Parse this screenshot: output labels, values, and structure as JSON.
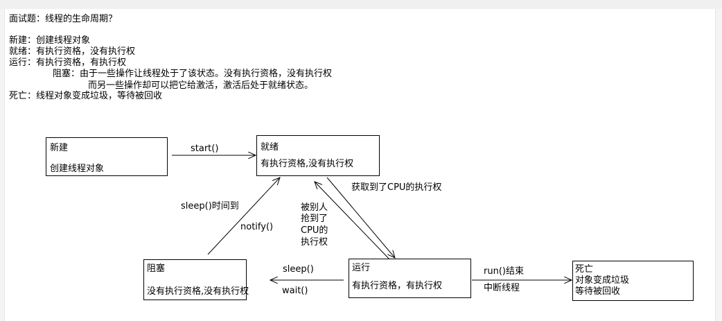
{
  "notes": {
    "title": "面试题：线程的生命周期？",
    "new_line": "新建：创建线程对象",
    "ready_line": "就绪：有执行资格，没有执行权",
    "running_line": "运行：有执行资格，有执行权",
    "blocked_line": "阻塞：由于一些操作让线程处于了该状态。没有执行资格，没有执行权",
    "blocked_line2": "而另一些操作却可以把它给激活，激活后处于就绪状态。",
    "dead_line": "死亡：线程对象变成垃圾，等待被回收"
  },
  "diagram": {
    "new": {
      "title": "新建",
      "desc": "创建线程对象"
    },
    "ready": {
      "title": "就绪",
      "desc": "有执行资格,没有执行权"
    },
    "blocked": {
      "title": "阻塞",
      "desc": "没有执行资格,没有执行权"
    },
    "running": {
      "title": "运行",
      "desc": "有执行资格，有执行权"
    },
    "dead": {
      "title": "死亡",
      "line1": "对象变成垃圾",
      "line2": "等待被回收"
    },
    "edges": {
      "start": "start()",
      "get_cpu": "获取到了CPU的执行权",
      "sleep_done": "sleep()时间到",
      "notify": "notify()",
      "preempted1": "被别人",
      "preempted2": "抢到了",
      "preempted3": "CPU的",
      "preempted4": "执行权",
      "sleep": "sleep()",
      "wait": "wait()",
      "run_end": "run()结束",
      "interrupt": "中断线程"
    }
  }
}
